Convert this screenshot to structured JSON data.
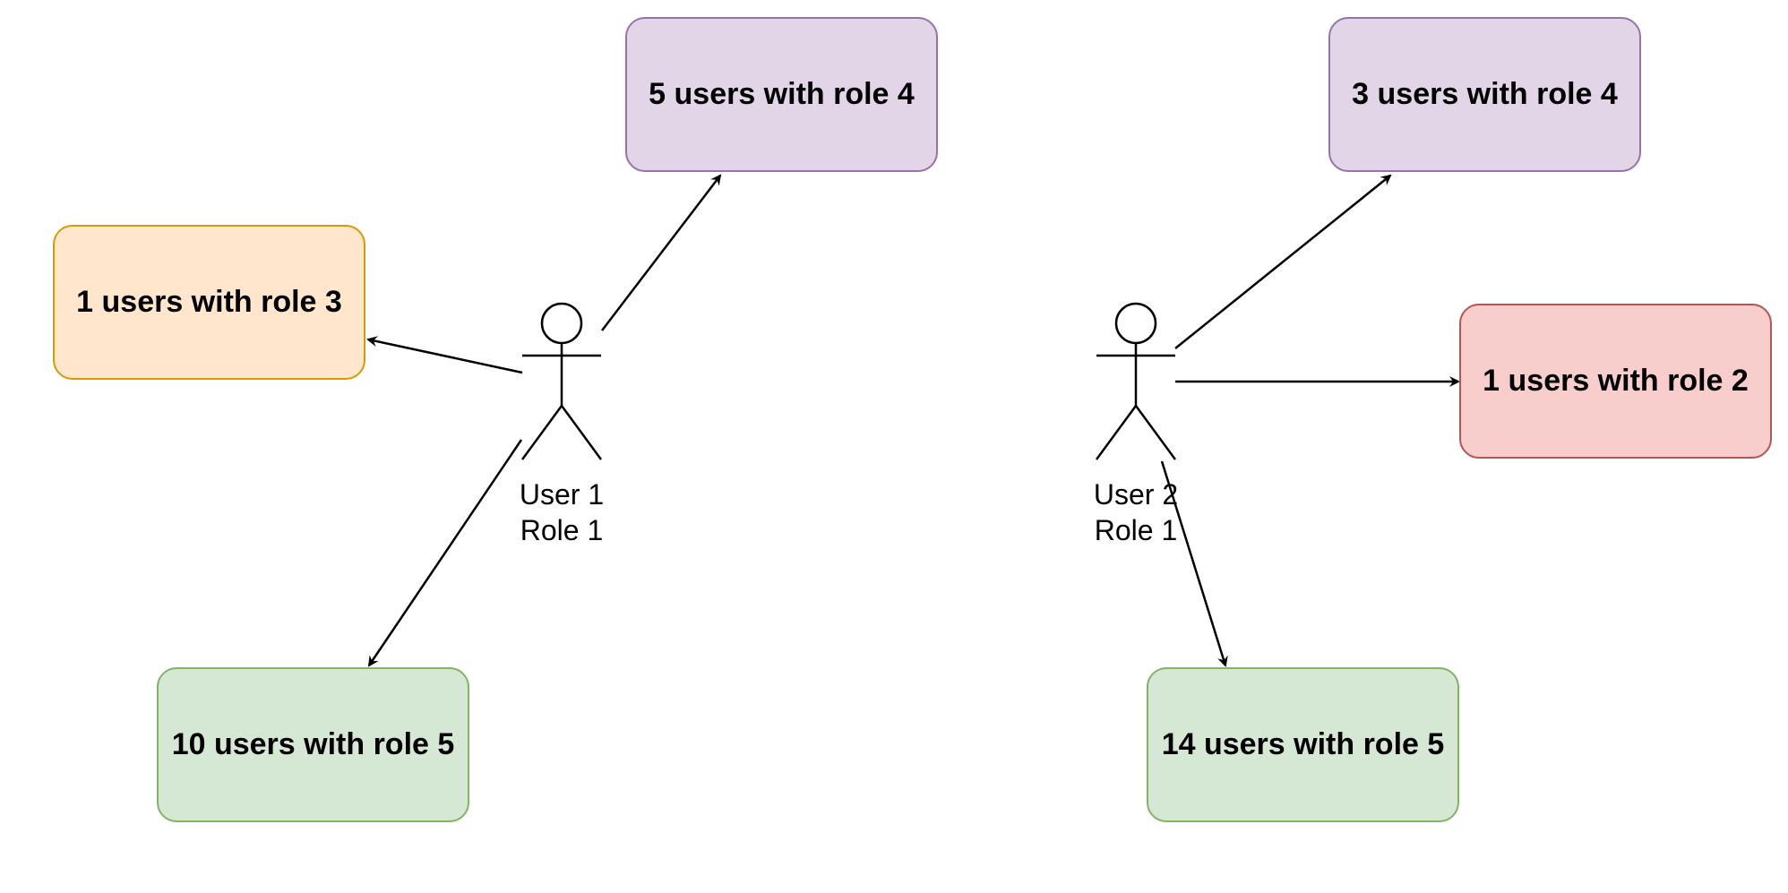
{
  "colors": {
    "purple_fill": "#e1d5e7",
    "purple_stroke": "#9673a6",
    "orange_fill": "#ffe6cc",
    "orange_stroke": "#d79b00",
    "green_fill": "#d5e8d4",
    "green_stroke": "#82b366",
    "red_fill": "#f8cecc",
    "red_stroke": "#b85450",
    "line": "#000000"
  },
  "actors": [
    {
      "name": "User 1",
      "role": "Role 1"
    },
    {
      "name": "User 2",
      "role": "Role 1"
    }
  ],
  "boxes": [
    {
      "label": "5 users with role 4",
      "color": "purple"
    },
    {
      "label": "1 users with role 3",
      "color": "orange"
    },
    {
      "label": "10 users with role 5",
      "color": "green"
    },
    {
      "label": "3 users with role 4",
      "color": "purple"
    },
    {
      "label": "1 users with role 2",
      "color": "red"
    },
    {
      "label": "14 users with role 5",
      "color": "green"
    }
  ],
  "edges": [
    {
      "from": "actors.0",
      "to": "boxes.0"
    },
    {
      "from": "actors.0",
      "to": "boxes.1"
    },
    {
      "from": "actors.0",
      "to": "boxes.2"
    },
    {
      "from": "actors.1",
      "to": "boxes.3"
    },
    {
      "from": "actors.1",
      "to": "boxes.4"
    },
    {
      "from": "actors.1",
      "to": "boxes.5"
    }
  ]
}
